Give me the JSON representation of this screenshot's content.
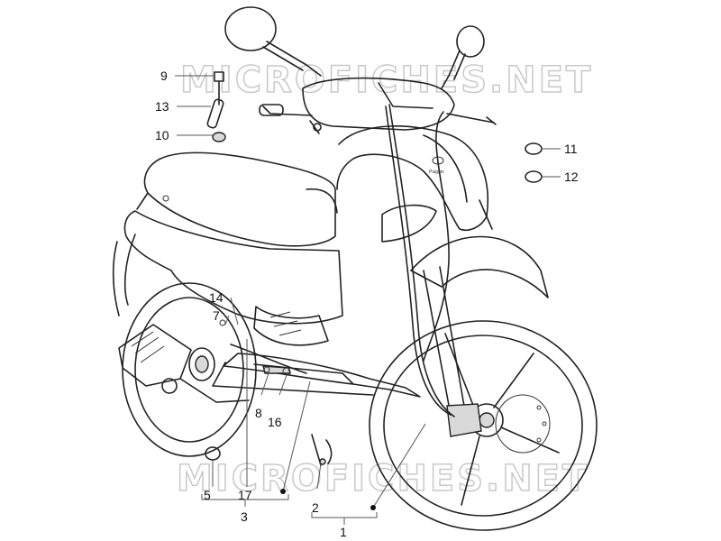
{
  "watermark": {
    "top": "MICROFICHES.NET",
    "bottom": "MICROFICHES.NET"
  },
  "scooter": {
    "brand_badge": "Piaggio"
  },
  "callouts": {
    "c1": "1",
    "c2": "2",
    "c3": "3",
    "c5": "5",
    "c7": "7",
    "c8": "8",
    "c9": "9",
    "c10": "10",
    "c11": "11",
    "c12": "12",
    "c13": "13",
    "c14": "14",
    "c16": "16",
    "c17": "17"
  }
}
